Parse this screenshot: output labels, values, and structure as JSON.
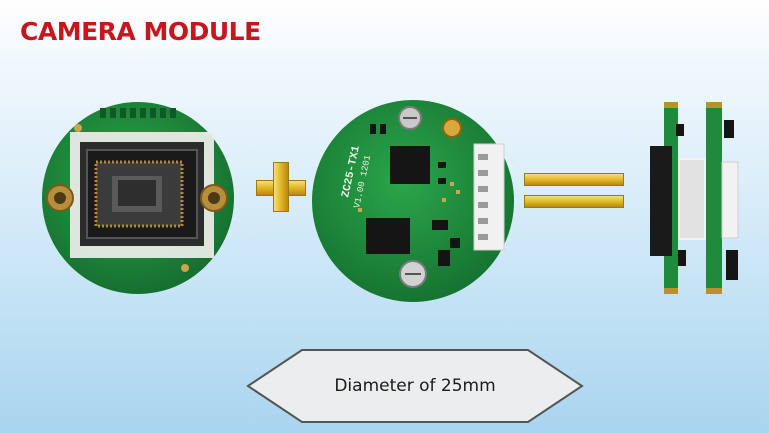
{
  "title": "CAMERA MODULE",
  "tx_board_silkscreen": {
    "model": "ZC25-TX1",
    "version": "V1.00 1201"
  },
  "banner": {
    "text": "Diameter of 25mm"
  },
  "colors": {
    "title": "#c8161d",
    "pcb_green": "#1f8a3c",
    "gold": "#e0b525",
    "banner_fill": "#ecedee",
    "banner_text": "#1a1a1a"
  },
  "icons": {
    "plus": "plus-icon",
    "equals": "equals-icon"
  }
}
